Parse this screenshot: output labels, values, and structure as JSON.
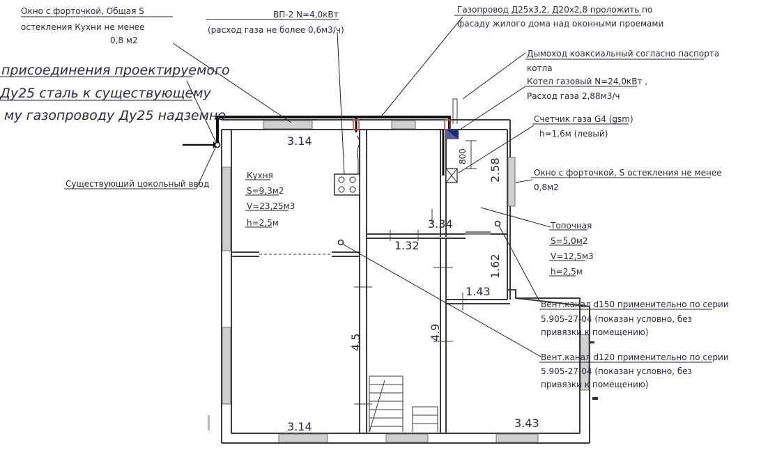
{
  "annotations": {
    "window_kitchen": [
      "Окно с форточкой, Общая S",
      "остекления Кухни не менее",
      "0,8 м2"
    ],
    "stove": [
      "ВП-2  N=4,0кВт",
      "(расход газа не более 0,6м3/ч)"
    ],
    "gas_pipe": [
      "Газопровод Д25х3,2, Д20х2,8 проложить по",
      "фасаду жилого дома над  оконными проемами"
    ],
    "flue": [
      "Дымоход коаксиальный согласно паспорта",
      "котла"
    ],
    "boiler": [
      "Котел газовый N=24,0кВт ,",
      "Расход газа 2,88м3/ч"
    ],
    "meter": [
      "Счетчик газа G4 (gsm)",
      "h=1,6м (левый)"
    ],
    "window_boiler": [
      "Окно с форточкой, S остекления не менее",
      "0,8м2"
    ],
    "connection": [
      "присоединения проектируемого",
      "Ду25 сталь  к существующему",
      "му  газопроводу Ду25 надземно"
    ],
    "inlet": "Существующий цокольный ввод",
    "vent150": [
      "Вент.канал d150 применительно по серии",
      "5.905-27-04 (показан условно, без",
      "привязки к помещению)"
    ],
    "vent120": [
      "Вент.канал d120 применительно по серии",
      "5.905-27-04 (показан условно, без",
      "привязки к помещению)"
    ]
  },
  "rooms": {
    "kitchen": {
      "name": "Кухня",
      "area": "S=9,3м2",
      "volume": "V=23,25м3",
      "height": "h=2,5м"
    },
    "boiler_room": {
      "name": "Топочная",
      "area": "S=5,0м2",
      "volume": "V=12,5м3",
      "height": "h=2,5м"
    }
  },
  "dimensions": {
    "kitchen_top": "3.14",
    "room_3_34": "3.34",
    "boiler_2_58": "2.58",
    "hall_1_32": "1.32",
    "bath_1_62": "1.62",
    "bath_1_43": "1.43",
    "corridor_4_5": "4.5",
    "corridor_4_9": "4.9",
    "bottom_left": "3.14",
    "bottom_right": "3.43",
    "meter_height": "800"
  },
  "colors": {
    "ink": "#2b2b3a",
    "line": "#3a3a3a",
    "gas_cap": "#d04a4a",
    "boiler": "#1f2a7a"
  }
}
